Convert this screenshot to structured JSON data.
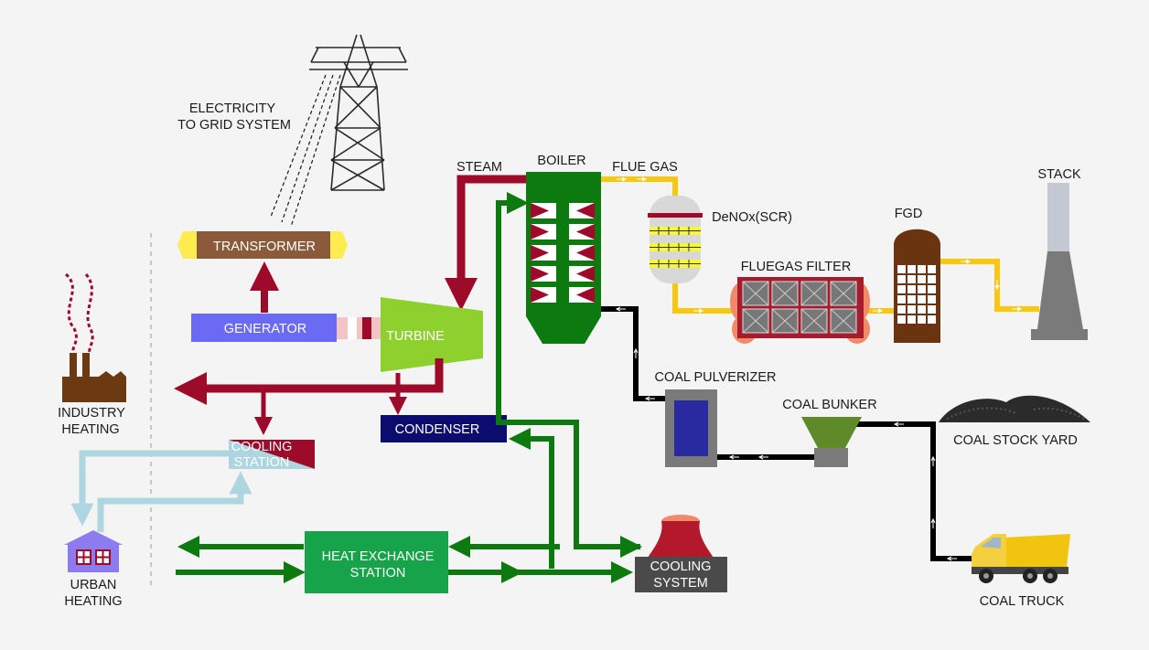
{
  "labels": {
    "electricity_line1": "ELECTRICITY",
    "electricity_line2": "TO GRID SYSTEM",
    "transformer": "TRANSFORMER",
    "generator": "GENERATOR",
    "turbine": "TURBINE",
    "steam": "STEAM",
    "boiler": "BOILER",
    "flue_gas": "FLUE GAS",
    "denox": "DeNOx(SCR)",
    "fluegas_filter": "FLUEGAS FILTER",
    "fgd": "FGD",
    "stack": "STACK",
    "coal_pulverizer": "COAL PULVERIZER",
    "coal_bunker": "COAL BUNKER",
    "coal_stock_yard": "COAL STOCK YARD",
    "coal_truck": "COAL TRUCK",
    "condenser": "CONDENSER",
    "cooling_station_line1": "COOLING",
    "cooling_station_line2": "STATION",
    "industry_heating_line1": "INDUSTRY",
    "industry_heating_line2": "HEATING",
    "urban_heating_line1": "URBAN",
    "urban_heating_line2": "HEATING",
    "heat_exchange_line1": "HEAT EXCHANGE",
    "heat_exchange_line2": "STATION",
    "cooling_system_line1": "COOLING",
    "cooling_system_line2": "SYSTEM"
  },
  "colors": {
    "steam_pipe": "#9e0b2a",
    "water_pipe": "#0d7a10",
    "flue_gas_pipe": "#f9c80e",
    "coal_line": "#000000",
    "cooling_pipe": "#aed6e0",
    "generator": "#6a6af5",
    "turbine": "#8ed12e",
    "transformer": "#8a5a3a",
    "transformer_caps": "#fdec50",
    "condenser": "#0c0b6e",
    "heat_exchange": "#16a34a",
    "cooling_system": "#4a4a4a",
    "fgd": "#6b3410",
    "filter_frame": "#a51d2d",
    "house": "#8c7cf0",
    "stack": "#7a7a7a"
  }
}
